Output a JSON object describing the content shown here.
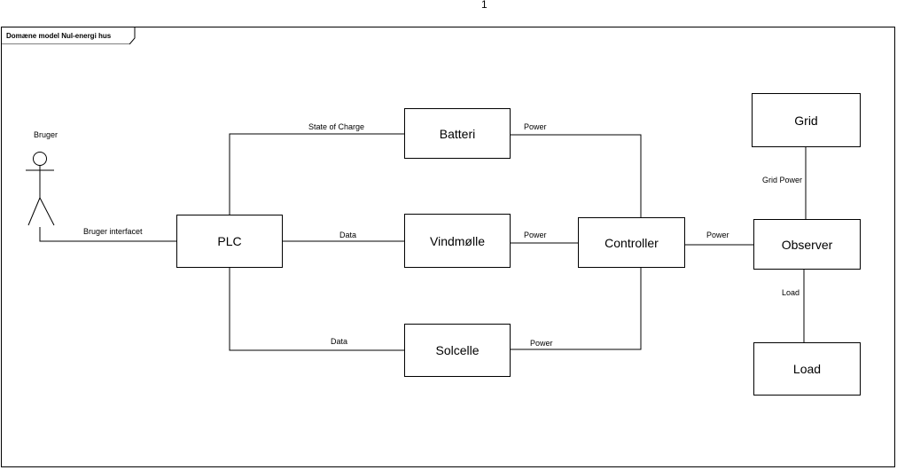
{
  "top_mark": "1",
  "frame": {
    "title": "Domæne model Nul-energi hus"
  },
  "actor": {
    "label": "Bruger"
  },
  "blocks": {
    "plc": "PLC",
    "batteri": "Batteri",
    "vindmolle": "Vindmølle",
    "solcelle": "Solcelle",
    "controller": "Controller",
    "grid": "Grid",
    "observer": "Observer",
    "load": "Load"
  },
  "connections": {
    "bruger_plc": "Bruger interfacet",
    "plc_batteri": "State of Charge",
    "plc_vindmolle": "Data",
    "plc_solcelle": "Data",
    "batteri_controller": "Power",
    "vindmolle_controller": "Power",
    "solcelle_controller": "Power",
    "controller_observer": "Power",
    "grid_observer": "Grid Power",
    "observer_load": "Load"
  }
}
